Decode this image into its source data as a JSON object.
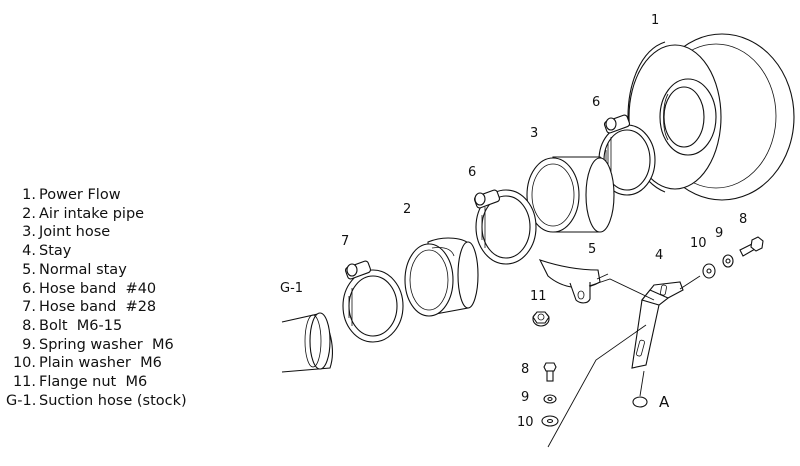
{
  "parts": [
    {
      "num": "1.",
      "name": "Power Flow"
    },
    {
      "num": "2.",
      "name": "Air intake pipe"
    },
    {
      "num": "3.",
      "name": "Joint hose"
    },
    {
      "num": "4.",
      "name": "Stay"
    },
    {
      "num": "5.",
      "name": "Normal stay"
    },
    {
      "num": "6.",
      "name": "Hose band  #40"
    },
    {
      "num": "7.",
      "name": "Hose band  #28"
    },
    {
      "num": "8.",
      "name": "Bolt  M6-15"
    },
    {
      "num": "9.",
      "name": "Spring washer  M6"
    },
    {
      "num": "10.",
      "name": "Plain washer  M6"
    },
    {
      "num": "11.",
      "name": "Flange nut  M6"
    },
    {
      "num": "G-1.",
      "name": "Suction hose (stock)"
    }
  ],
  "callouts": {
    "c1": "1",
    "c2": "2",
    "c3": "3",
    "c4": "4",
    "c5": "5",
    "c6a": "6",
    "c6b": "6",
    "c7": "7",
    "c8a": "8",
    "c8b": "8",
    "c9a": "9",
    "c9b": "9",
    "c10a": "10",
    "c10b": "10",
    "c11": "11",
    "g1": "G-1",
    "a": "A"
  }
}
